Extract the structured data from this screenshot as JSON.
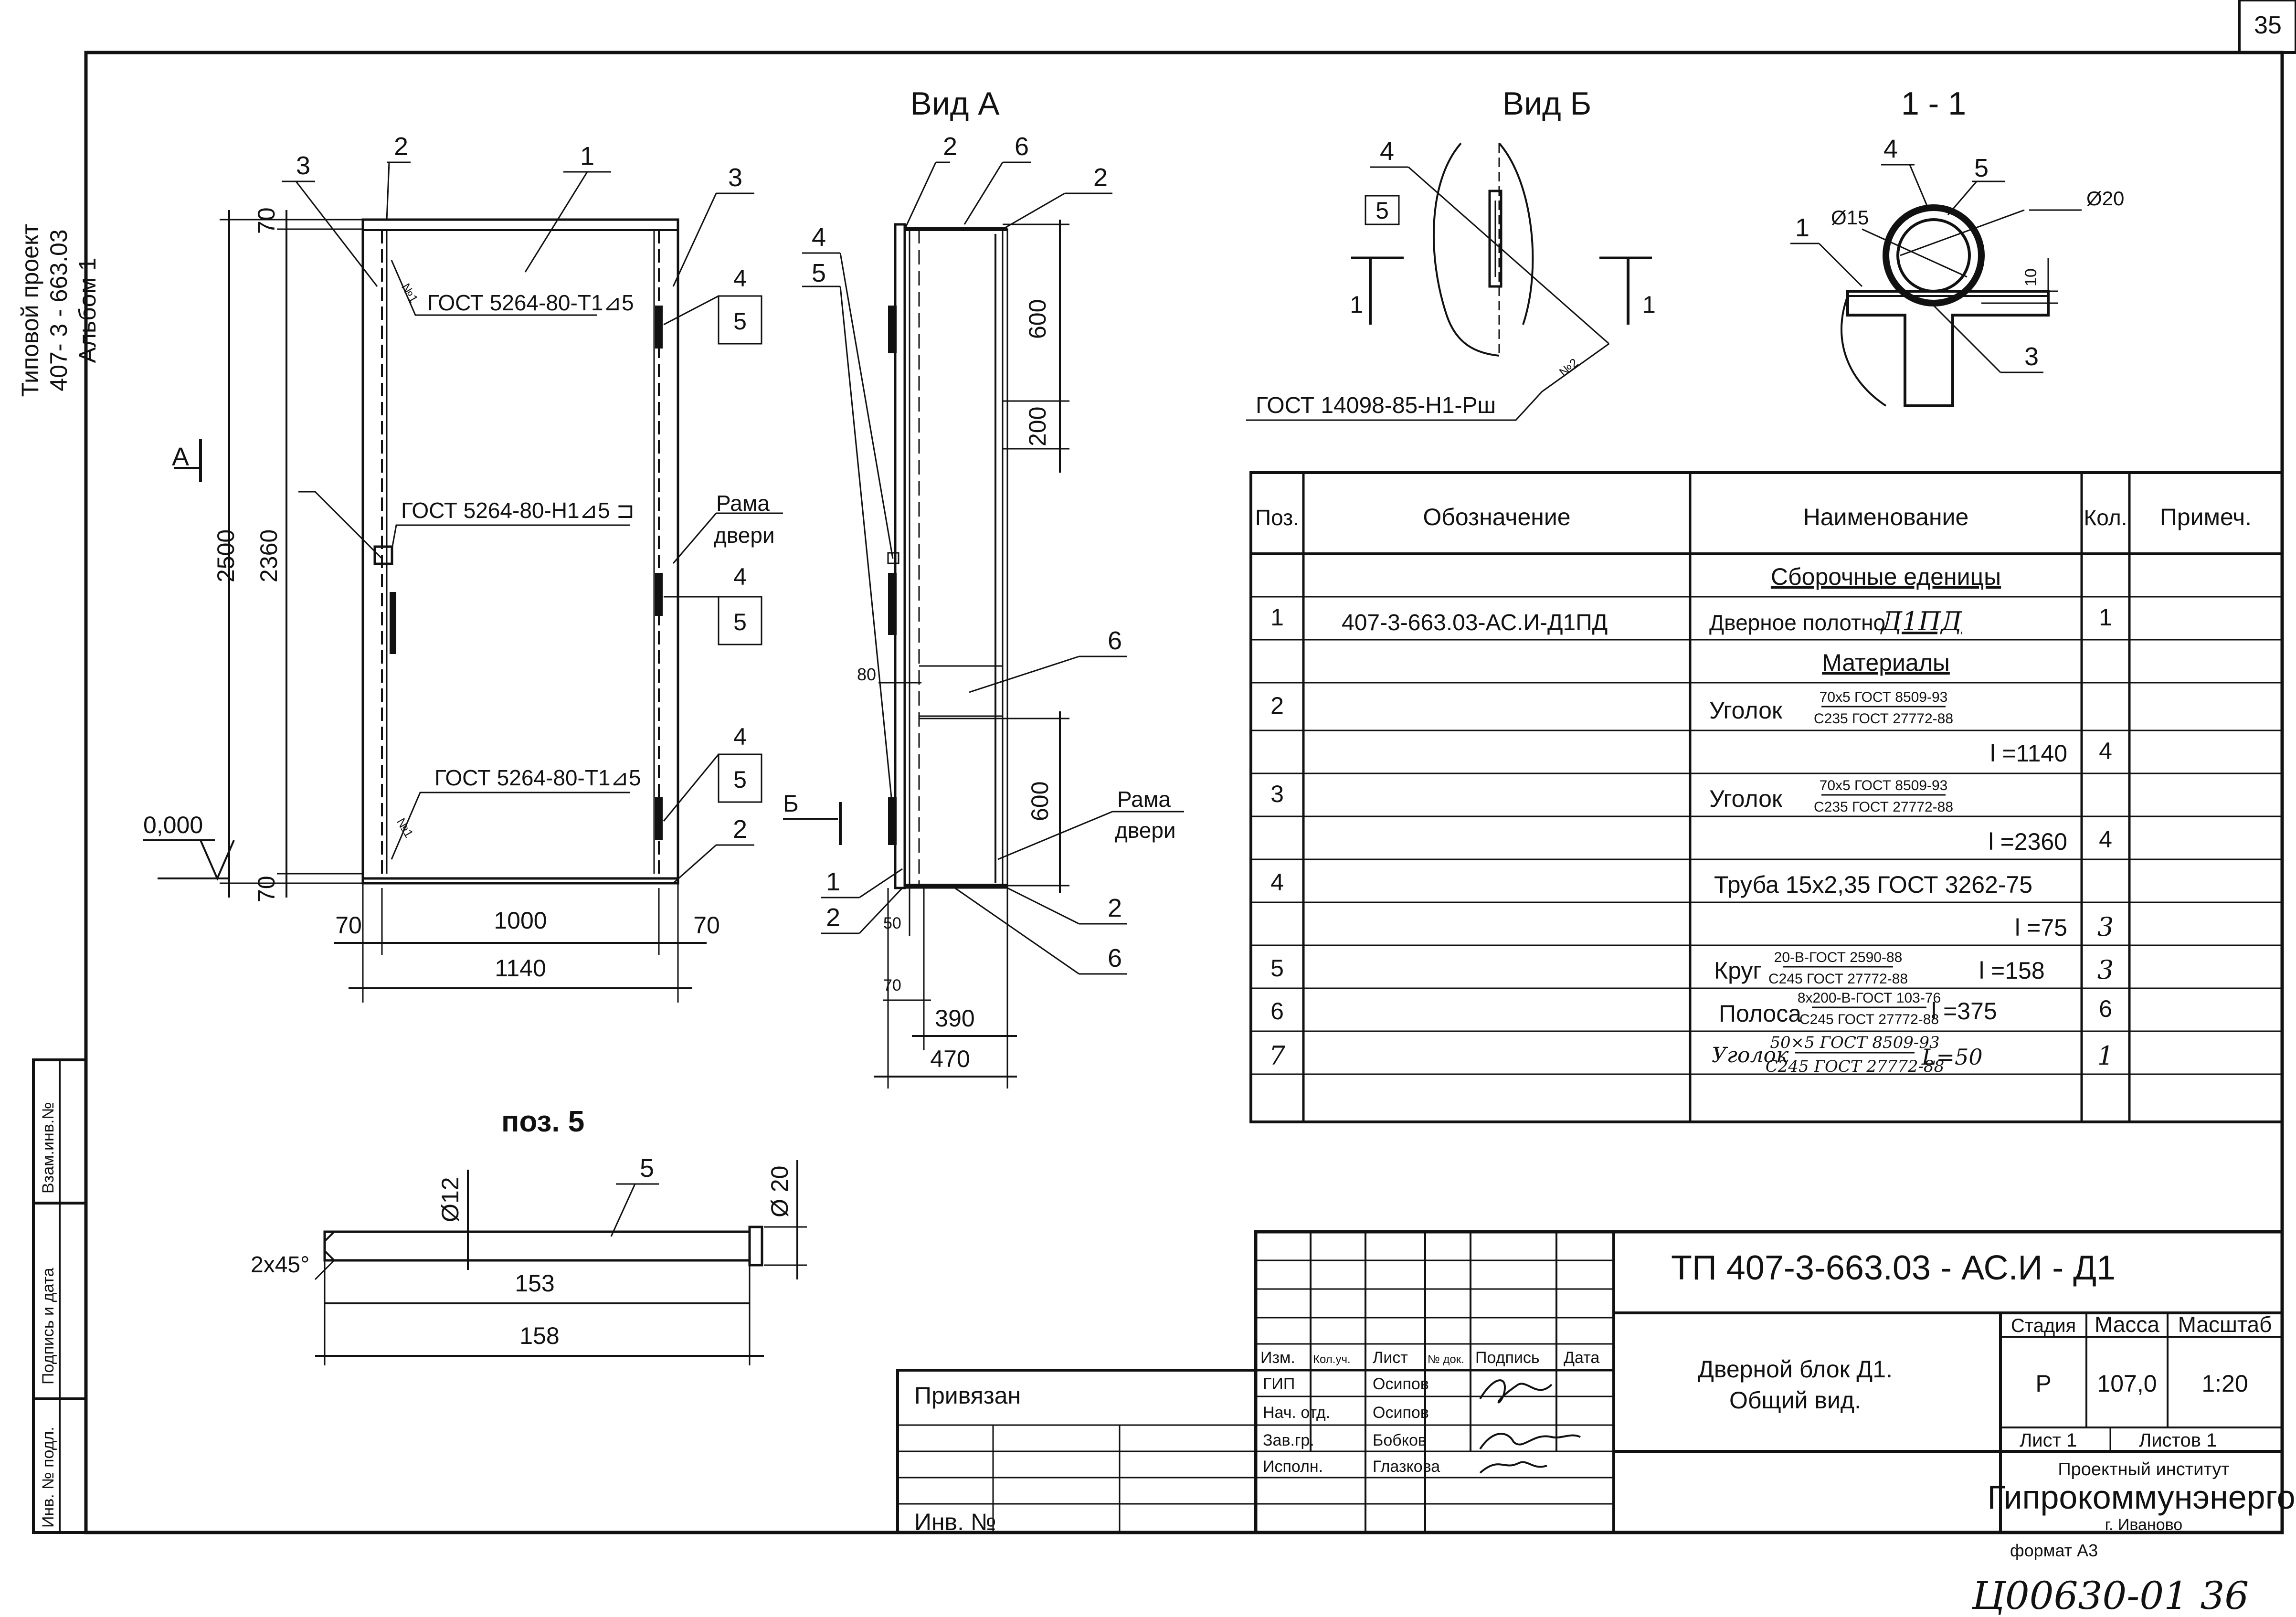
{
  "sheet": {
    "number": "35",
    "bottom_stamp": "Ц00630-01   36",
    "format": "формат А3"
  },
  "side_strip": {
    "l1": "Типовой проект",
    "l2": "407- 3 - 663.03",
    "l3": "Альбом 1"
  },
  "left_stamp": {
    "inv_podl": "Инв. № подл.",
    "podpis": "Подпись и дата",
    "vzam": "Взам.инв.№"
  },
  "views": {
    "vid_a": "Вид А",
    "vid_b": "Вид Б",
    "sec_11": "1 - 1",
    "poz5": "поз. 5"
  },
  "front": {
    "gost_top": "ГОСТ 5264-80-Т1⊿5",
    "gost_mid": "ГОСТ 5264-80-Н1⊿5 ⊐",
    "gost_bot": "ГОСТ 5264-80-Т1⊿5",
    "rama1": "Рама",
    "rama2": "двери",
    "mark_a": "А",
    "weld": "№1",
    "level": "0,000",
    "d70a": "70",
    "d70b": "70",
    "d2500": "2500",
    "d2360": "2360",
    "w70l": "70",
    "w1000": "1000",
    "w70r": "70",
    "w1140": "1140",
    "p1": "1",
    "p2": "2",
    "p3": "3",
    "p3r": "3",
    "p4a": "4",
    "p5a": "5",
    "p4b": "4",
    "p5b": "5",
    "p4c": "4",
    "p5c": "5",
    "p2b": "2"
  },
  "side": {
    "d600a": "600",
    "d200": "200",
    "d600b": "600",
    "d80": "80",
    "d50": "50",
    "d70": "70",
    "d390": "390",
    "d470": "470",
    "rama1": "Рама",
    "rama2": "двери",
    "mark_b": "Б",
    "p2": "2",
    "p6": "6",
    "p2r": "2",
    "p4": "4",
    "p5": "5",
    "p6m": "6",
    "p1": "1",
    "p2b": "2",
    "p2br": "2",
    "p6b": "6"
  },
  "vidb": {
    "p4": "4",
    "p5": "5",
    "m1": "1",
    "m1r": "1",
    "weld": "№2",
    "gost": "ГОСТ 14098-85-Н1-Рш"
  },
  "section": {
    "p4": "4",
    "p5": "5",
    "p1": "1",
    "p3": "3",
    "d15": "Ø15",
    "d20": "Ø20",
    "d10": "10"
  },
  "poz5": {
    "chamfer": "2x45°",
    "d12": "Ø12",
    "d20": "Ø 20",
    "p5": "5",
    "l153": "153",
    "l158": "158"
  },
  "spec": {
    "headers": [
      "Поз.",
      "Обозначение",
      "Наименование",
      "Кол.",
      "Примеч."
    ],
    "group1": "Сборочные еденицы",
    "group2": "Материалы",
    "rows": [
      {
        "pos": "1",
        "code": "407-3-663.03-АС.И-Д1ПД",
        "name": "Дверное полотно",
        "name_hw": "Д1ПД",
        "qty": "1"
      },
      {
        "pos": "2",
        "name": "Уголок",
        "frac_top": "70x5 ГОСТ 8509-93",
        "frac_bot": "С235 ГОСТ 27772-88"
      },
      {
        "len": "l =1140",
        "qty": "4"
      },
      {
        "pos": "3",
        "name": "Уголок",
        "frac_top": "70x5 ГОСТ 8509-93",
        "frac_bot": "С235 ГОСТ 27772-88"
      },
      {
        "len": "l =2360",
        "qty": "4"
      },
      {
        "pos": "4",
        "name": "Труба 15x2,35 ГОСТ 3262-75"
      },
      {
        "len": "l =75",
        "qty": "3"
      },
      {
        "pos": "5",
        "name": "Круг",
        "frac_top": "20-В-ГОСТ 2590-88",
        "frac_bot": "С245 ГОСТ 27772-88",
        "len": "l =158",
        "qty": "3"
      },
      {
        "pos": "6",
        "name": "Полоса",
        "frac_top": "8x200-В-ГОСТ 103-76",
        "frac_bot": "С245 ГОСТ 27772-88",
        "len": "l =375",
        "qty": "6"
      },
      {
        "pos": "7",
        "name": "Уголок",
        "frac_top": "50×5 ГОСТ 8509-93",
        "frac_bot": "С245 ГОСТ 27772-88",
        "len": "L=50",
        "qty": "1"
      }
    ]
  },
  "title_block": {
    "doc": "ТП    407-3-663.03 - АС.И - Д1",
    "name1": "Дверной блок Д1.",
    "name2": "Общий вид.",
    "stadia_h": "Стадия",
    "massa_h": "Масса",
    "masshtab_h": "Масштаб",
    "stadia": "Р",
    "massa": "107,0",
    "masshtab": "1:20",
    "list": "Лист 1",
    "listov": "Листов  1",
    "org1": "Проектный институт",
    "org2": "Гипрокоммунэнерго",
    "org3": "г. Иваново",
    "col_heads": [
      "Изм.",
      "Кол.уч.",
      "Лист",
      "№ док.",
      "Подпись",
      "Дата"
    ],
    "roles": [
      "ГИП",
      "Нач. отд.",
      "Зав.гр.",
      "Исполн."
    ],
    "names": [
      "Осипов",
      "Осипов",
      "Бобков",
      "Глазкова"
    ],
    "privyazan": "Привязан",
    "inv": "Инв. №"
  }
}
